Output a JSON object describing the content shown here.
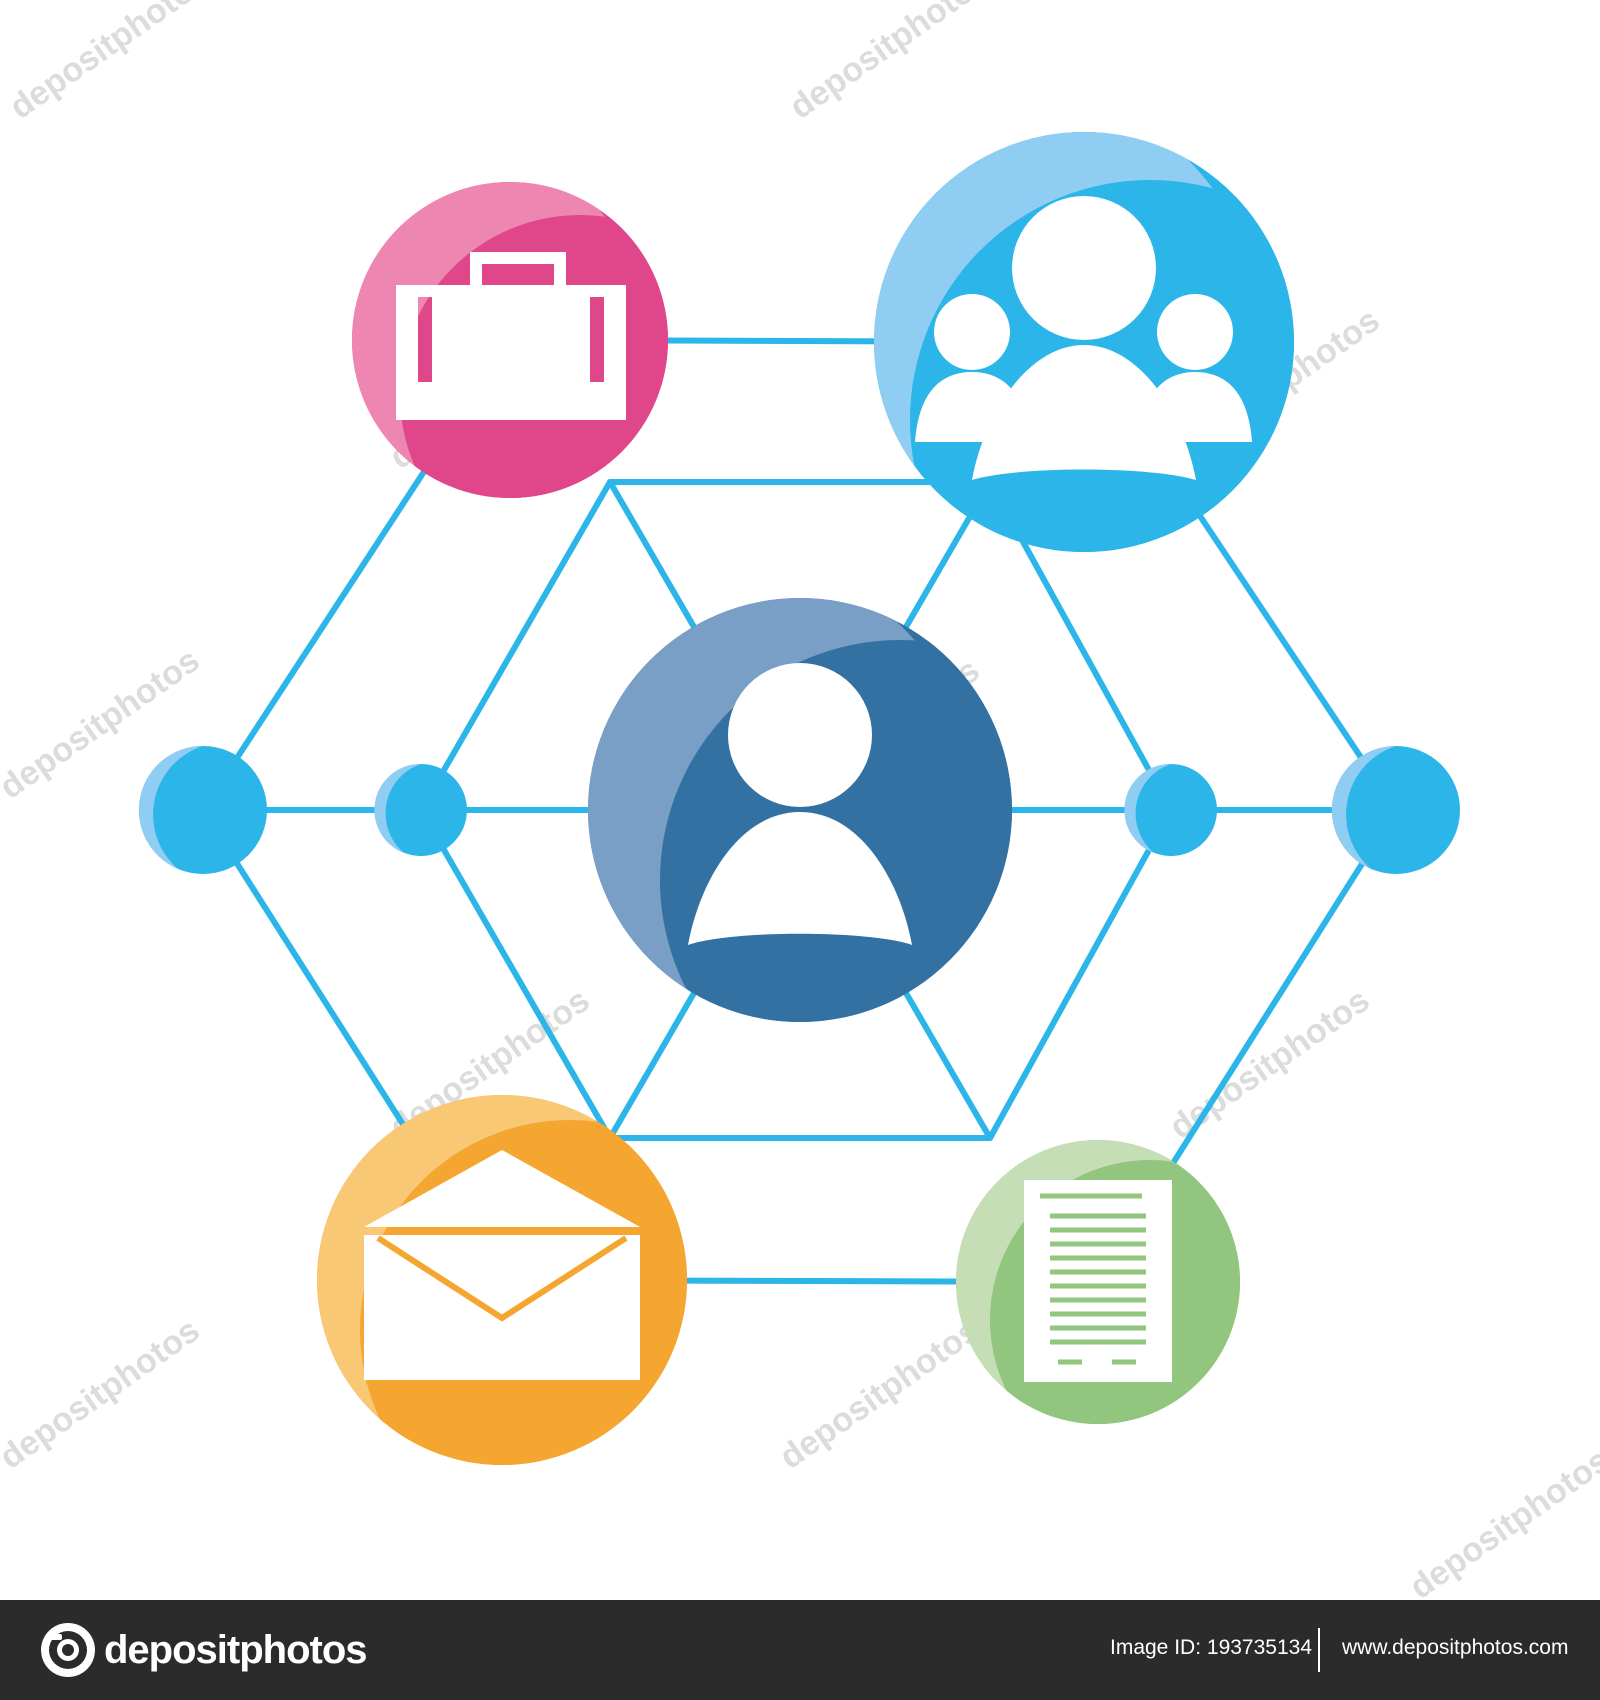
{
  "watermark": {
    "text": "depositphotos",
    "color": "#dcdcdc"
  },
  "footer": {
    "brand_name": "depositphotos",
    "image_id_label": "Image ID:",
    "image_id_value": "193735134",
    "site_url": "www.depositphotos.com",
    "background": "#2b2b2b",
    "text_color": "#ffffff"
  },
  "diagram": {
    "line_color": "#2bb5e8",
    "nodes": [
      {
        "name": "center-person",
        "icon": "person-icon",
        "color": "#3371a3"
      },
      {
        "name": "briefcase",
        "icon": "briefcase-icon",
        "color": "#e0468a"
      },
      {
        "name": "group",
        "icon": "group-icon",
        "color": "#2bb5e8"
      },
      {
        "name": "envelope",
        "icon": "envelope-icon",
        "color": "#f4a631"
      },
      {
        "name": "document",
        "icon": "document-icon",
        "color": "#92c57e"
      },
      {
        "name": "small-node",
        "icon": "dot",
        "color": "#2bb5e8"
      }
    ]
  }
}
